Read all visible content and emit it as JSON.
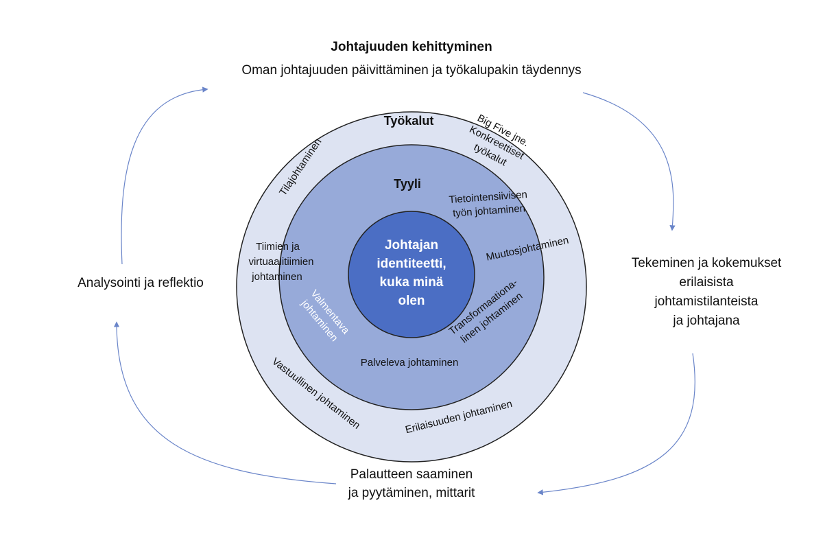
{
  "header": {
    "title": "Johtajuuden kehittyminen",
    "subtitle": "Oman johtajuuden päivittäminen ja työkalupakin täydennys"
  },
  "cycle": {
    "left": "Analysointi ja reflektio",
    "right": [
      "Tekeminen ja kokemukset",
      "erilaisista",
      "johtamistilanteista",
      "ja johtajana"
    ],
    "bottom": [
      "Palautteen saaminen",
      "ja pyytäminen, mittarit"
    ]
  },
  "rings": {
    "outer": {
      "title": "Työkalut",
      "big_five": [
        "Big Five jne.",
        "Konkreettiset",
        "työkalut"
      ],
      "tila": "Tilajohtaminen",
      "muutos": "Muutosjohtaminen",
      "vastuullinen": "Vastuullinen johtaminen",
      "erilaisuus": "Erilaisuuden johtaminen"
    },
    "middle": {
      "title": "Tyyli",
      "tieto": [
        "Tietointensiivisen",
        "työn johtaminen"
      ],
      "tiimit": [
        "Tiimien ja",
        "virtuaalitiimien",
        "johtaminen"
      ],
      "valmentava": [
        "Valmentava",
        "johtaminen"
      ],
      "transformaatio": [
        "Transformaationa-",
        "linen johtaminen"
      ],
      "palveleva": "Palveleva johtaminen"
    },
    "center": [
      "Johtajan",
      "identiteetti,",
      "kuka minä",
      "olen"
    ]
  },
  "colors": {
    "outer_fill": "#dde3f2",
    "middle_fill": "#97aad9",
    "center_fill": "#4b6ec4",
    "arrow": "#6a85c9",
    "ring_stroke": "#222222"
  }
}
